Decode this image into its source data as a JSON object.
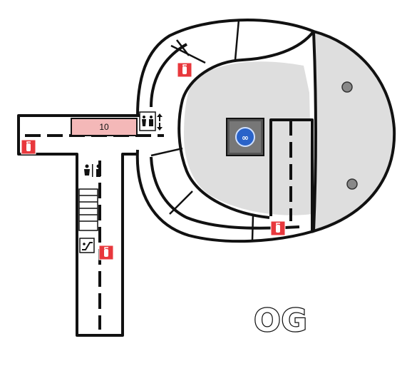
{
  "map": {
    "floor_label": "OG",
    "room_number": "10",
    "colors": {
      "room_highlight": "#f4b8b8",
      "atrium_fill": "#dedede",
      "fire_extinguisher": "#e8383d",
      "elevator_icon": "#2a63c9"
    },
    "icons": [
      "fire-extinguisher",
      "elevator",
      "restroom",
      "escalator",
      "stairs",
      "pillar"
    ]
  }
}
